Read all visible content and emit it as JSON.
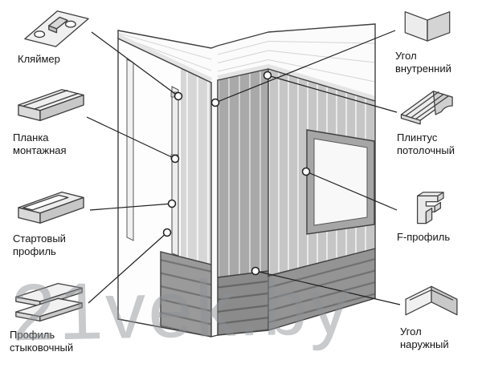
{
  "legend_left": [
    {
      "label": "Кляймер",
      "icon": "clamp-clip-icon"
    },
    {
      "label": "Планка монтажная",
      "icon": "mounting-strip-icon"
    },
    {
      "label": "Стартовый профиль",
      "icon": "start-profile-icon"
    },
    {
      "label": "Профиль стыковочный",
      "icon": "joint-profile-icon"
    }
  ],
  "legend_right": [
    {
      "label": "Угол внутренний",
      "icon": "inner-corner-icon"
    },
    {
      "label": "Плинтус потолочный",
      "icon": "ceiling-plinth-icon"
    },
    {
      "label": "F-профиль",
      "icon": "f-profile-icon"
    },
    {
      "label": "Угол наружный",
      "icon": "outer-corner-icon"
    }
  ],
  "watermark": {
    "text": "21vek.by"
  },
  "colors": {
    "outline": "#3f3f3f",
    "leader_line": "#1f1f1f",
    "panel_light": "#d6d6d6",
    "panel_medium": "#c6c6c6",
    "panel_dark": "#a9a9a9",
    "wainscot_gray": "#949494",
    "ceiling_white": "#fbfbfb",
    "watermark_gray": "#8d9196"
  }
}
